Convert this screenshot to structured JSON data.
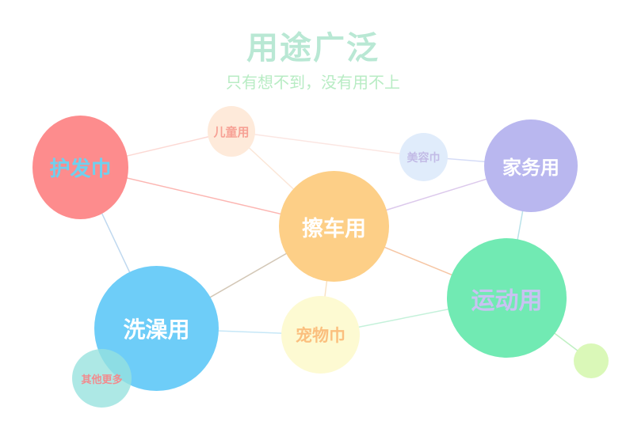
{
  "header": {
    "title": "用途广泛",
    "subtitle": "只有想不到，没有用不上"
  },
  "bubbles": {
    "hair": "护发巾",
    "kids": "儿童用",
    "beauty": "美容巾",
    "house": "家务用",
    "car": "擦车用",
    "sport": "运动用",
    "bath": "洗澡用",
    "pet": "宠物巾",
    "more": "其他更多"
  },
  "colors": {
    "title": "#b9e8d4",
    "hair": "#fd8c8d",
    "kids": "#feeada",
    "beauty": "#e0ecfb",
    "house": "#b9b7ef",
    "car": "#fdcf87",
    "sport": "#71eab3",
    "bath": "#6ecdf8",
    "pet": "#fdfad2",
    "more": "#96e2de",
    "dot": "#daf8b8"
  }
}
